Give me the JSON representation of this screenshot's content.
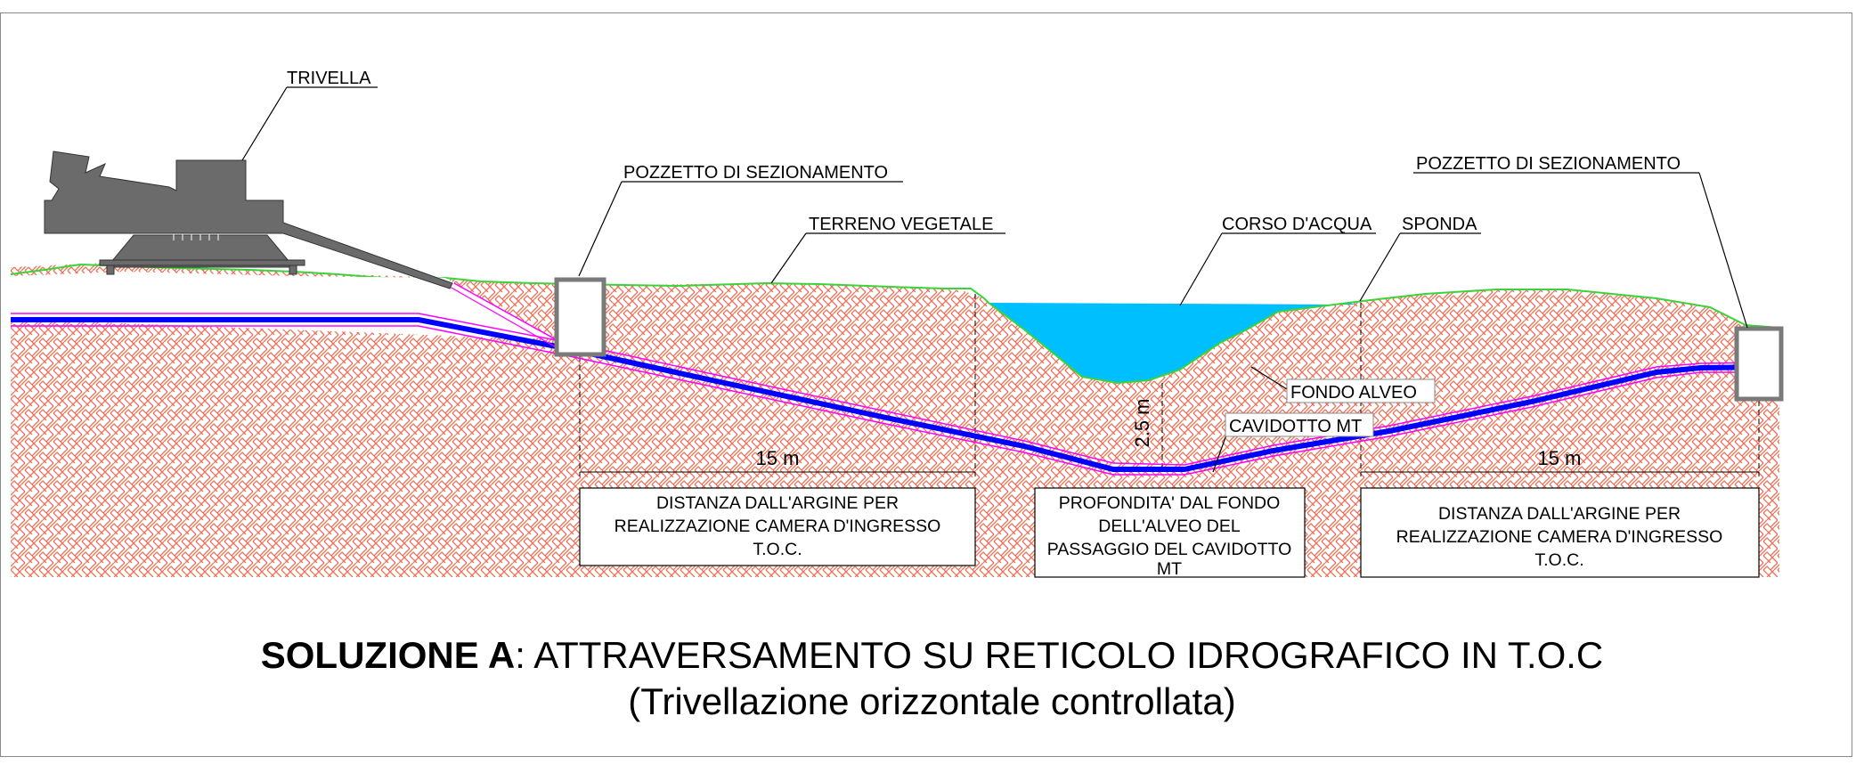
{
  "labels": {
    "trivella": "TRIVELLA",
    "pozzetto_left": "POZZETTO DI SEZIONAMENTO",
    "pozzetto_right": "POZZETTO DI SEZIONAMENTO",
    "terreno_vegetale": "TERRENO VEGETALE",
    "corso_acqua": "CORSO D'ACQUA",
    "sponda": "SPONDA",
    "fondo_alveo": "FONDO ALVEO",
    "cavidotto_mt": "CAVIDOTTO MT"
  },
  "dimensions": {
    "left_distance": "15 m",
    "right_distance": "15 m",
    "depth": "2.5 m"
  },
  "boxes": {
    "left": [
      "DISTANZA DALL'ARGINE PER",
      "REALIZZAZIONE CAMERA D'INGRESSO",
      "T.O.C."
    ],
    "center": [
      "PROFONDITA' DAL FONDO",
      "DELL'ALVEO DEL",
      "PASSAGGIO DEL CAVIDOTTO",
      "MT"
    ],
    "right": [
      "DISTANZA DALL'ARGINE PER",
      "REALIZZAZIONE CAMERA D'INGRESSO",
      "T.O.C."
    ]
  },
  "title": {
    "bold": "SOLUZIONE A",
    "rest": ": ATTRAVERSAMENTO SU RETICOLO IDROGRAFICO IN T.O.C",
    "subtitle": "(Trivellazione orizzontale controllata)"
  },
  "colors": {
    "soil_hatch": "#e8735a",
    "grass_line": "#3ad43a",
    "water": "#00bfff",
    "cable": "#0000ff",
    "cable_sleeve": "#ff00ff",
    "drill": "#6b6b6b"
  }
}
